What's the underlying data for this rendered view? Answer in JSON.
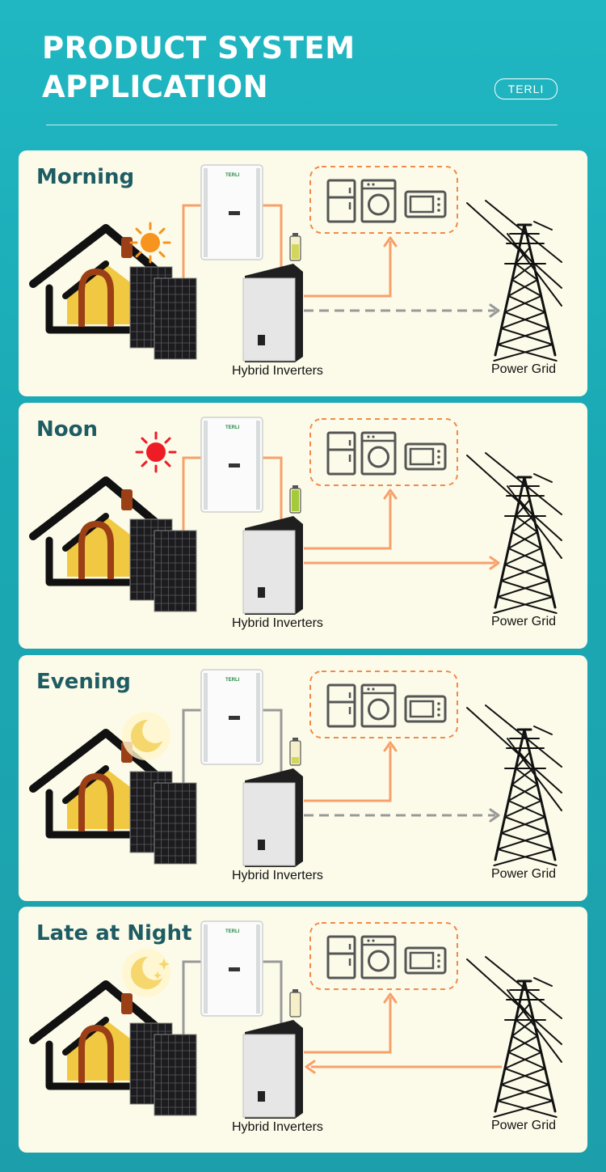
{
  "header": {
    "title_line1": "PRODUCT SYSTEM",
    "title_line2": "APPLICATION",
    "brand": "TERLI"
  },
  "battery_brand": "TERLI",
  "labels": {
    "inverter": "Hybrid Inverters",
    "grid": "Power Grid"
  },
  "colors": {
    "background": "#1fb0bb",
    "card": "#fcfbe9",
    "flow_active": "#f7a06a",
    "flow_inactive": "#999999",
    "appliance_frame": "#f08a4b",
    "house_fill": "#f0c842",
    "sun_morning": "#f7941d",
    "sun_noon": "#ee1c25",
    "moon": "#f5d76e"
  },
  "panels": [
    {
      "phase": "Morning",
      "sky": "sun-orange",
      "solar_line": "active",
      "battery_level": "medium",
      "load_flow": "active",
      "grid_flow": "to-grid-inactive"
    },
    {
      "phase": "Noon",
      "sky": "sun-red",
      "solar_line": "active",
      "battery_level": "full",
      "load_flow": "active",
      "grid_flow": "to-grid-active"
    },
    {
      "phase": "Evening",
      "sky": "moon",
      "solar_line": "inactive",
      "battery_level": "low",
      "load_flow": "active",
      "grid_flow": "to-grid-inactive"
    },
    {
      "phase": "Late at Night",
      "sky": "moon-stars",
      "solar_line": "inactive",
      "battery_level": "empty",
      "load_flow": "active",
      "grid_flow": "from-grid-active"
    }
  ]
}
